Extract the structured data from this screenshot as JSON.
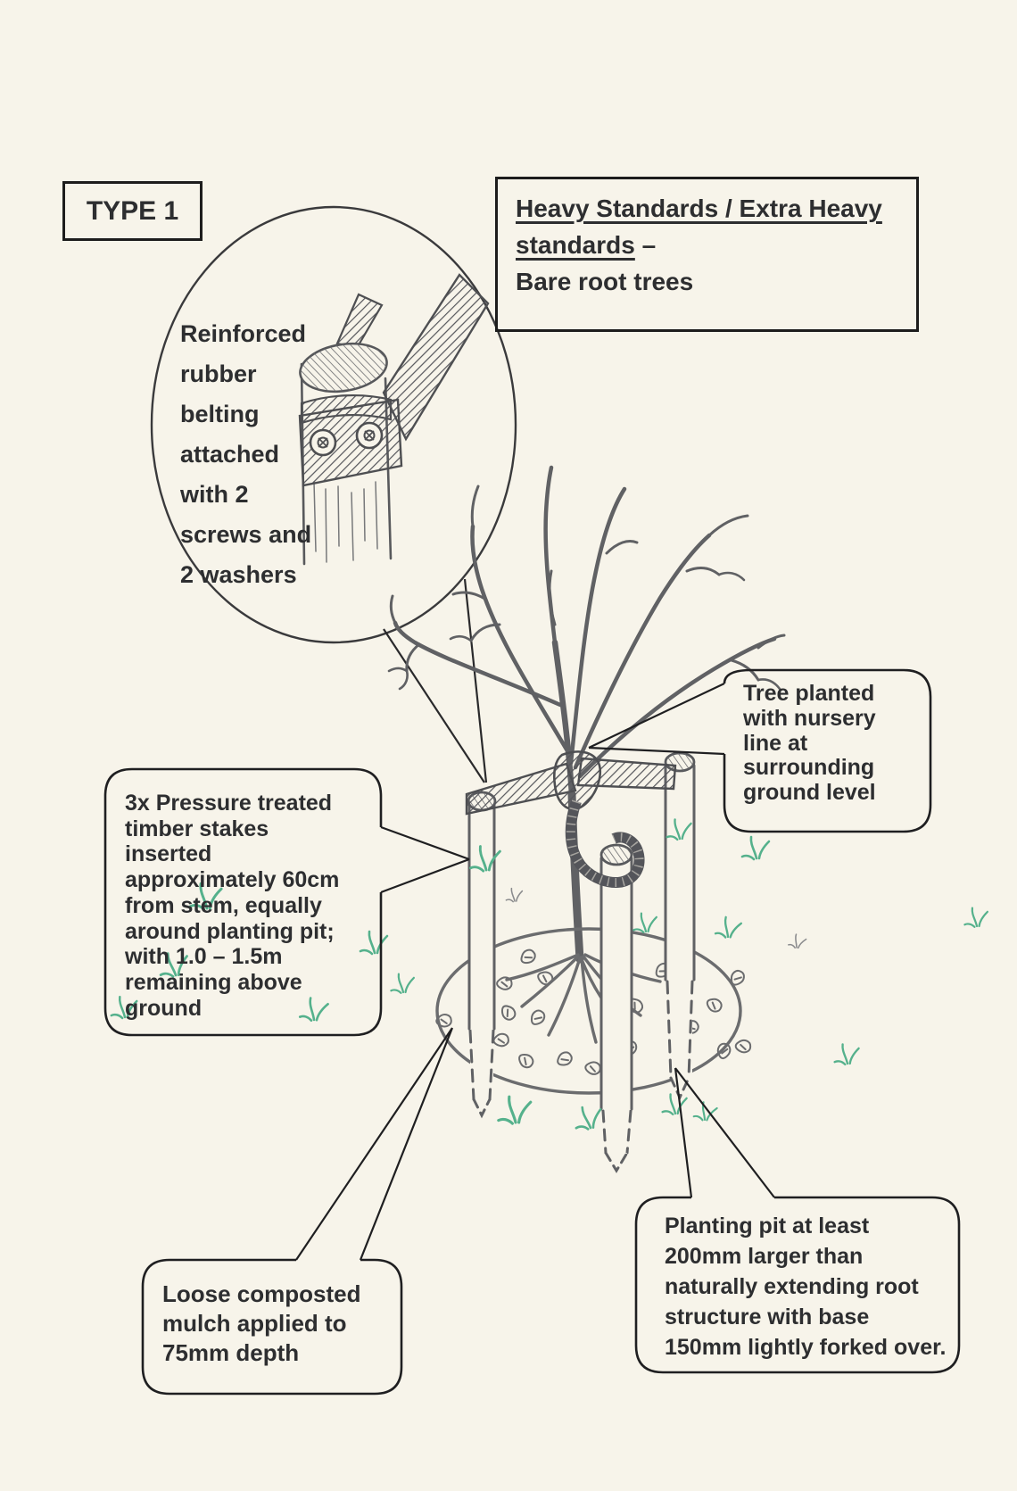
{
  "page": {
    "kind": "scanned tree planting specification diagram",
    "paper_color": "#f7f4ea",
    "ink_color": "#2d2e30",
    "sketch_color": "#606164",
    "grass_color": "#55b18c"
  },
  "type_label": "TYPE 1",
  "title": {
    "underlined_line1": "Heavy Standards / Extra Heavy",
    "underlined_line2": "standards",
    "line2_suffix": " –",
    "line3": "Bare root trees"
  },
  "callouts": {
    "belting": "Reinforced\nrubber\nbelting\nattached\nwith 2\nscrews and\n2 washers",
    "stakes": "3x Pressure treated\ntimber stakes\ninserted\napproximately 60cm\nfrom stem, equally\naround planting pit;\nwith 1.0 – 1.5m\nremaining above\nground",
    "tree": "Tree planted\nwith nursery\nline at\nsurrounding\nground level",
    "mulch": "Loose composted\nmulch applied to\n75mm depth",
    "pit": "Planting pit at least\n200mm larger than\nnaturally extending root\nstructure with base\n150mm lightly forked over."
  }
}
